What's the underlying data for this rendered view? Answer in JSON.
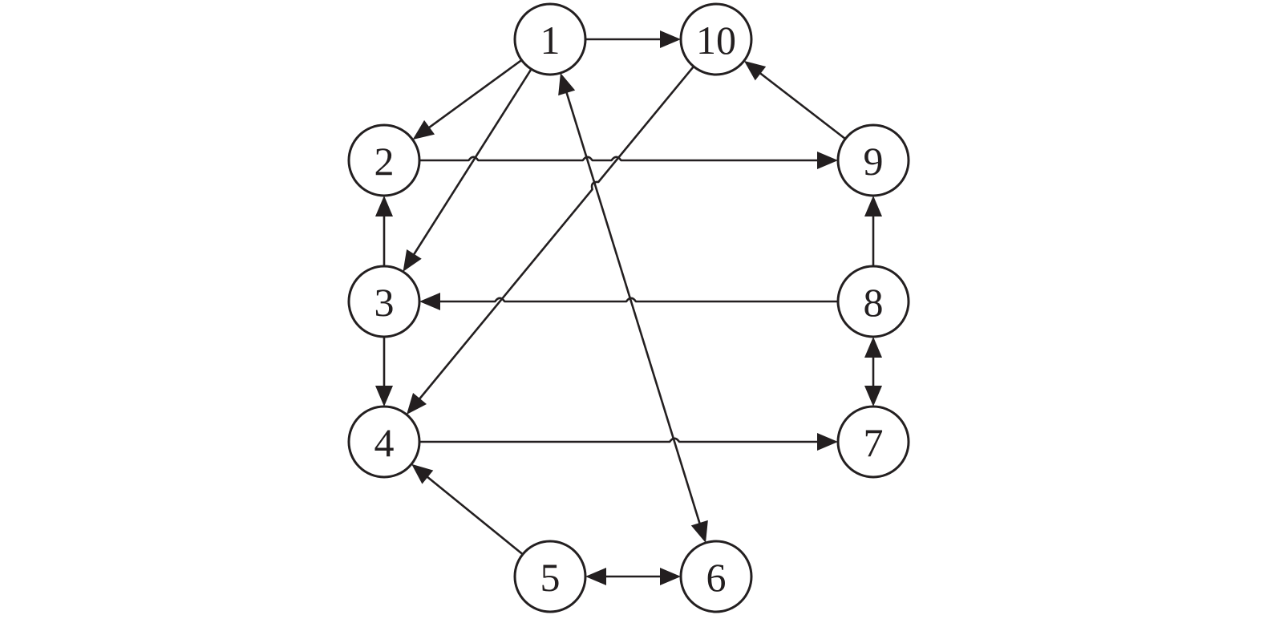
{
  "diagram": {
    "type": "directed-graph",
    "nodes": [
      {
        "id": "1",
        "label": "1"
      },
      {
        "id": "2",
        "label": "2"
      },
      {
        "id": "3",
        "label": "3"
      },
      {
        "id": "4",
        "label": "4"
      },
      {
        "id": "5",
        "label": "5"
      },
      {
        "id": "6",
        "label": "6"
      },
      {
        "id": "7",
        "label": "7"
      },
      {
        "id": "8",
        "label": "8"
      },
      {
        "id": "9",
        "label": "9"
      },
      {
        "id": "10",
        "label": "10"
      }
    ],
    "edges": [
      {
        "from": "1",
        "to": "10",
        "bidirectional": false
      },
      {
        "from": "1",
        "to": "2",
        "bidirectional": false
      },
      {
        "from": "1",
        "to": "3",
        "bidirectional": false
      },
      {
        "from": "6",
        "to": "1",
        "bidirectional": true
      },
      {
        "from": "10",
        "to": "4",
        "bidirectional": false
      },
      {
        "from": "9",
        "to": "10",
        "bidirectional": false
      },
      {
        "from": "2",
        "to": "9",
        "bidirectional": false
      },
      {
        "from": "3",
        "to": "2",
        "bidirectional": false
      },
      {
        "from": "8",
        "to": "9",
        "bidirectional": false
      },
      {
        "from": "8",
        "to": "3",
        "bidirectional": false
      },
      {
        "from": "3",
        "to": "4",
        "bidirectional": false
      },
      {
        "from": "8",
        "to": "7",
        "bidirectional": true
      },
      {
        "from": "4",
        "to": "7",
        "bidirectional": false
      },
      {
        "from": "5",
        "to": "4",
        "bidirectional": false
      },
      {
        "from": "5",
        "to": "6",
        "bidirectional": true
      }
    ],
    "colors": {
      "stroke": "#231f20",
      "fill": "#ffffff"
    }
  }
}
